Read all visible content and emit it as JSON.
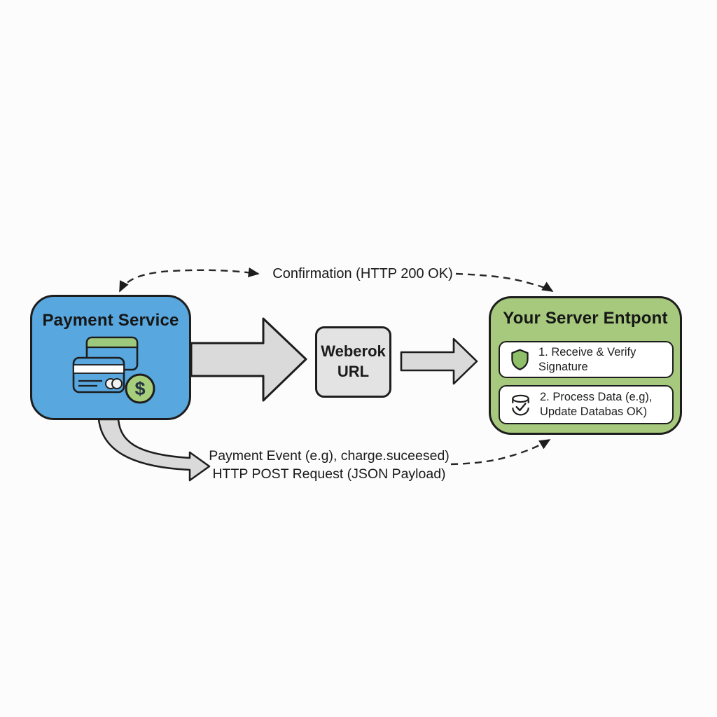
{
  "diagram": {
    "type": "webhook-payment-flow",
    "background_color": "#fcfcfc",
    "colors": {
      "payment_box": "#58a7de",
      "server_box": "#a6c97e",
      "webhook_box": "#e3e3e3",
      "step_box": "#ffffff",
      "block_arrow": "#dadada",
      "outline": "#1d1d1d",
      "card_stripe_green": "#9cc97b",
      "coin_green": "#a7ce7b",
      "shield_green": "#8fbf68",
      "text": "#1a1a1a"
    }
  },
  "payment_service": {
    "label": "Payment Service",
    "icons": [
      "credit-cards-icon",
      "dollar-coin-icon"
    ],
    "coin_symbol": "$"
  },
  "webhook_url": {
    "line1": "Weberok",
    "line2": "URL"
  },
  "server_endpoint": {
    "label": "Your Server Entpont",
    "steps": [
      {
        "icon": "shield-icon",
        "line1": "1. Receive & Verify",
        "line2": "Signature"
      },
      {
        "icon": "database-check-icon",
        "line1": "2. Process Data (e.g),",
        "line2": "Update Databas OK)"
      }
    ]
  },
  "flows": {
    "confirmation": {
      "label": "Confirmation (HTTP 200 OK)",
      "style": "dashed",
      "from": "server_endpoint",
      "to": "payment_service"
    },
    "payment_event": {
      "line1": "Payment Event (e.g), charge.suceesed)",
      "line2": "HTTP POST Request (JSON Payload)",
      "style": "dashed",
      "from": "payment_service",
      "to": "server_endpoint"
    },
    "block_arrow_1": {
      "from": "payment_service",
      "to": "webhook_url"
    },
    "block_arrow_2": {
      "from": "webhook_url",
      "to": "server_endpoint"
    }
  }
}
